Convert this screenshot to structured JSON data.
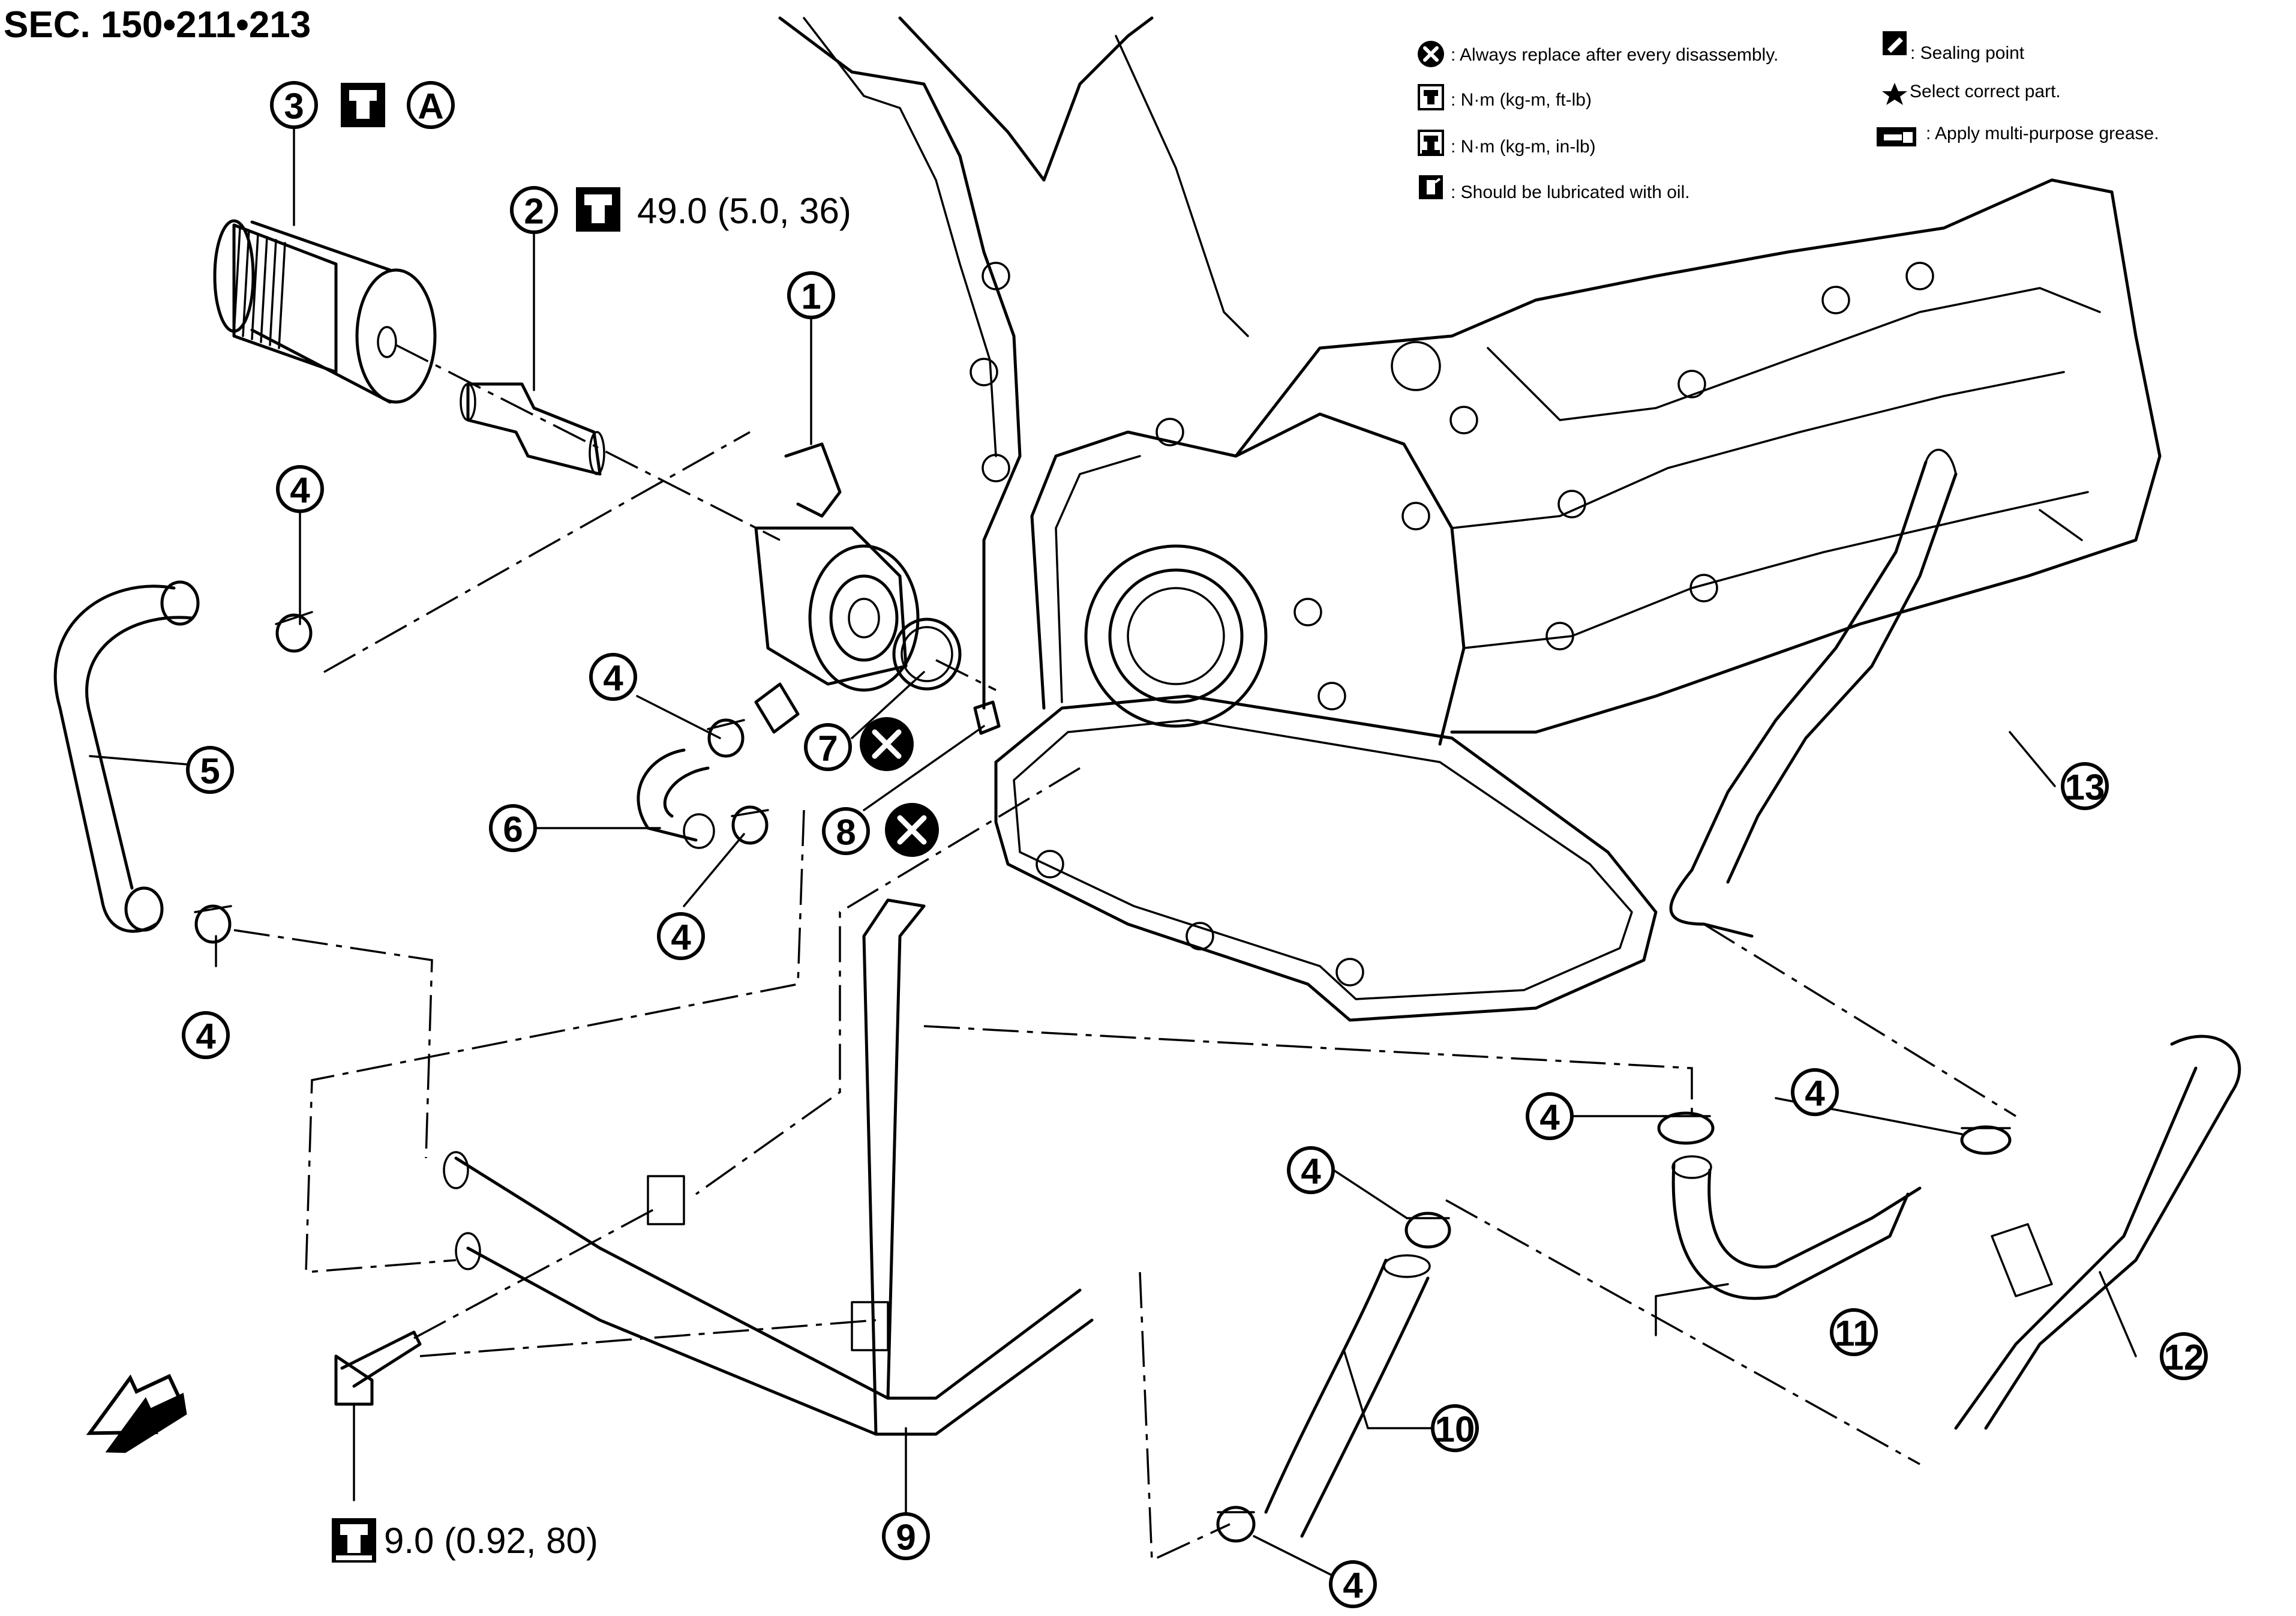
{
  "title": "SEC. 150•211•213",
  "legend": {
    "replace": ": Always replace after every disassembly.",
    "torque_ftlb": ": N·m (kg-m, ft-lb)",
    "torque_inlb": ": N·m (kg-m, in-lb)",
    "lubricate": ": Should be lubricated with oil.",
    "sealing": ": Sealing point",
    "select": "Select correct part.",
    "grease": ": Apply multi-purpose grease."
  },
  "torques": {
    "connector_bolt": "49.0 (5.0, 36)",
    "clamp_bolt": "9.0 (0.92, 80)"
  },
  "callouts": {
    "c1": "1",
    "c2": "2",
    "c3": "3",
    "c5": "5",
    "c6": "6",
    "c7": "7",
    "c8": "8",
    "c9": "9",
    "c10": "10",
    "c11": "11",
    "c12": "12",
    "c13": "13",
    "c4": "4",
    "a_mark": "A"
  },
  "icons": {
    "replace": "circled-x-icon",
    "torque": "wrench-socket-icon",
    "lubricate": "oil-can-icon",
    "sealing": "sealant-tube-icon",
    "select": "star-icon",
    "grease": "grease-gun-icon",
    "front": "front-arrow-icon"
  }
}
